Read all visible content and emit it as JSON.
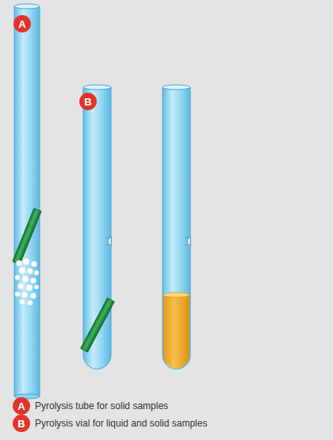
{
  "diagram": {
    "nodes": [
      {
        "text": [
          "A"
        ]
      },
      {
        "text": [
          "B"
        ]
      },
      {
        "text": [
          "A"
        ]
      },
      {
        "text": [
          "B"
        ]
      }
    ],
    "labels": [
      "Pyrolysis tube for solid samples",
      "Pyrolysis vial for liquid and solid samples"
    ]
  }
}
